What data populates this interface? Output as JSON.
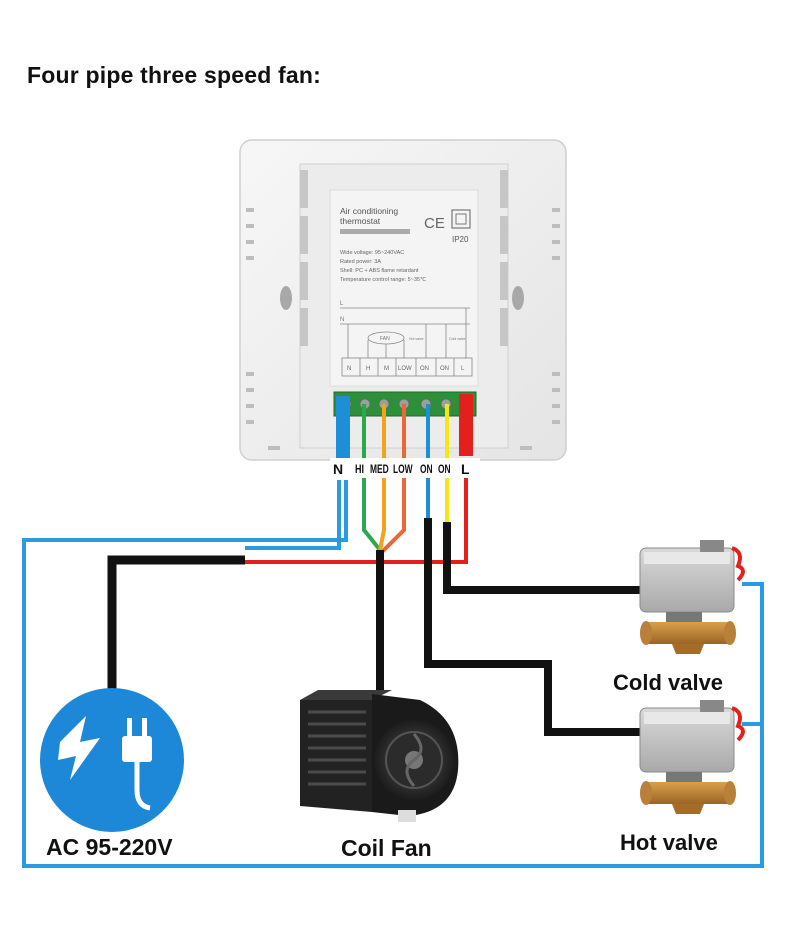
{
  "title": "Four pipe three speed fan:",
  "thermostat": {
    "product_name_line1": "Air conditioning",
    "product_name_line2": "thermostat",
    "ce_mark": "CE",
    "ip_rating": "IP20",
    "specs": [
      "Wide voltage: 95~240VAC",
      "Rated power: 3A",
      "Shell: PC + ABS flame retardant",
      "Temperature control range: 5~35℃"
    ],
    "diagram_line_L": "L",
    "diagram_line_N": "N",
    "fan_label": "FAN",
    "hot_valve_small": "Hot valve",
    "cold_valve_small": "Cold valve",
    "terminal_labels": [
      "N",
      "H",
      "M",
      "LOW",
      "ON",
      "ON",
      "L"
    ]
  },
  "terminals": [
    "N",
    "HI",
    "MED",
    "LOW",
    "ON",
    "ON",
    "L"
  ],
  "wire_colors": {
    "N": "#1e8fd6",
    "HI": "#2aa84a",
    "MED": "#f2a21c",
    "LOW": "#e8683a",
    "ON1": "#1e8fd6",
    "ON2": "#f5e614",
    "L": "#e3201b",
    "black": "#111111",
    "loop": "#2a9be0"
  },
  "components": {
    "power": "AC 95-220V",
    "fan": "Coil Fan",
    "cold_valve": "Cold valve",
    "hot_valve": "Hot valve"
  },
  "icons": [
    "power-plug-icon",
    "fan-icon",
    "valve-icon"
  ]
}
